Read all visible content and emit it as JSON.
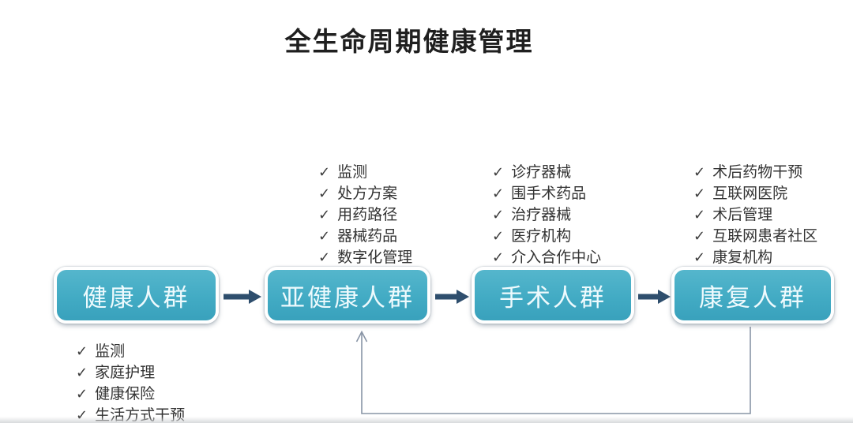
{
  "title": "全生命周期健康管理",
  "check_glyph": "✓",
  "stages": [
    {
      "label": "健康人群",
      "list_position": "below",
      "items": [
        "监测",
        "家庭护理",
        "健康保险",
        "生活方式干预"
      ]
    },
    {
      "label": "亚健康人群",
      "list_position": "above",
      "items": [
        "监测",
        "处方方案",
        "用药路径",
        "器械药品",
        "数字化管理"
      ]
    },
    {
      "label": "手术人群",
      "list_position": "above",
      "items": [
        "诊疗器械",
        "围手术药品",
        "治疗器械",
        "医疗机构",
        "介入合作中心"
      ]
    },
    {
      "label": "康复人群",
      "list_position": "above",
      "items": [
        "术后药物干预",
        "互联网医院",
        "术后管理",
        "互联网患者社区",
        "康复机构"
      ]
    }
  ],
  "connections": [
    {
      "from": "健康人群",
      "to": "亚健康人群",
      "style": "solid-arrow"
    },
    {
      "from": "亚健康人群",
      "to": "手术人群",
      "style": "solid-arrow"
    },
    {
      "from": "手术人群",
      "to": "康复人群",
      "style": "solid-arrow"
    },
    {
      "from": "康复人群",
      "to": "亚健康人群",
      "style": "thin-feedback-loop"
    }
  ],
  "colors": {
    "box_fill": "#42abc4",
    "box_border": "#ffffff",
    "box_text": "#eefafd",
    "arrow": "#2e4e6d",
    "feedback_line": "#8995a6",
    "title_text": "#1f1f1f",
    "list_text": "#333333",
    "background": "#ffffff"
  }
}
